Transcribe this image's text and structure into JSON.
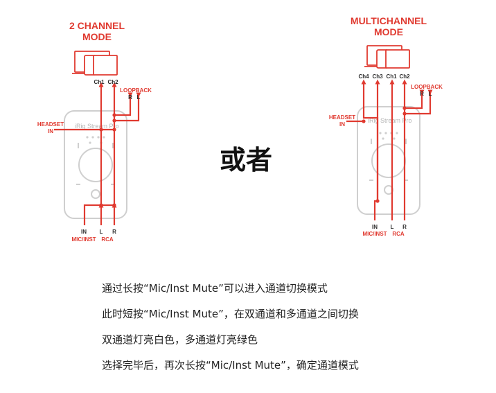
{
  "left_panel": {
    "title_line1": "2 CHANNEL",
    "title_line2": "MODE",
    "channels": [
      "Ch1",
      "Ch2"
    ],
    "loopback": "LOOPBACK",
    "loopback_r": "R",
    "loopback_l": "L",
    "headset_line1": "HEADSET",
    "headset_line2": "IN",
    "device_label": "iRig Stream Pro",
    "in_label": "IN",
    "mic_inst_label": "MIC/INST",
    "l_label": "L",
    "r_label": "R",
    "rca_label": "RCA"
  },
  "right_panel": {
    "title_line1": "MULTICHANNEL",
    "title_line2": "MODE",
    "channels": [
      "Ch4",
      "Ch3",
      "Ch1",
      "Ch2"
    ],
    "loopback": "LOOPBACK",
    "loopback_r": "R",
    "loopback_l": "L",
    "headset_line1": "HEADSET",
    "headset_line2": "IN",
    "device_label": "iRig Stream Pro",
    "in_label": "IN",
    "mic_inst_label": "MIC/INST",
    "l_label": "L",
    "r_label": "R",
    "rca_label": "RCA"
  },
  "center_word": "或者",
  "notes": [
    "通过长按“Mic/Inst Mute”可以进入通道切换模式",
    "此时短按“Mic/Inst Mute”，在双通道和多通道之间切换",
    "双通道灯亮白色，多通道灯亮绿色",
    "选择完毕后，再次长按“Mic/Inst Mute”，确定通道模式"
  ],
  "colors": {
    "accent": "#e03a30",
    "device": "#c8c8c8",
    "text": "#222222"
  }
}
